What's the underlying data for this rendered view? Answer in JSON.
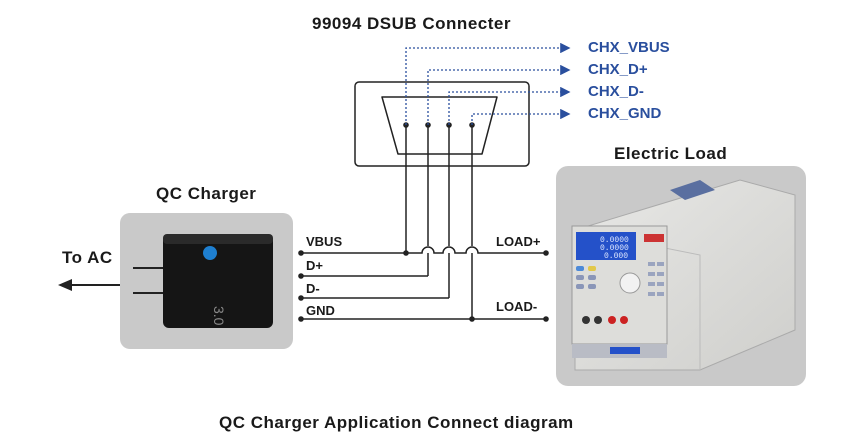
{
  "diagram": {
    "caption": "QC Charger Application Connect diagram",
    "connector": {
      "title": "99094 DSUB  Connecter",
      "outputs": [
        "CHX_VBUS",
        "CHX_D+",
        "CHX_D-",
        "CHX_GND"
      ],
      "output_color": "#2a4f9e"
    },
    "charger": {
      "title": "QC Charger",
      "ac_label": "To AC",
      "device_text": "3.0",
      "lines": [
        "VBUS",
        "D+",
        "D-",
        "GND"
      ]
    },
    "load": {
      "title": "Electric Load",
      "terminals": [
        "LOAD+",
        "LOAD-"
      ],
      "display_values": [
        "0.0000",
        "0.0000",
        "0.000"
      ]
    }
  }
}
